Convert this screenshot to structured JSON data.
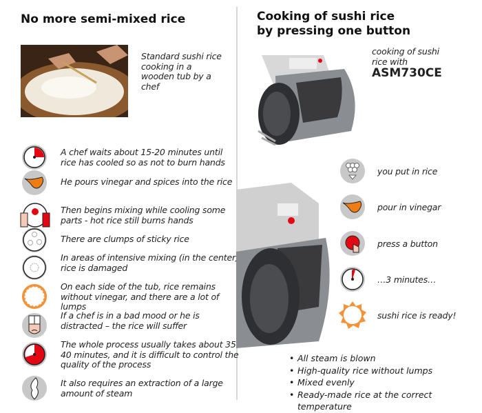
{
  "left": {
    "title": "No more semi-mixed rice",
    "photo_caption": "Standard sushi rice cooking in a wooden tub by a chef",
    "items": [
      {
        "icon": "clock-15-icon",
        "text": "A chef waits about 15-20 minutes until rice has cooled so as not to burn hands"
      },
      {
        "icon": "vinegar-pour-icon",
        "text": "He pours vinegar and spices into the rice"
      },
      {
        "icon": "hot-hands-icon",
        "text": "Then begins mixing while cooling some parts - hot rice still burns hands"
      },
      {
        "icon": "sticky-clumps-icon",
        "text": "There are clumps of sticky rice"
      },
      {
        "icon": "damaged-center-icon",
        "text": "In areas of intensive mixing (in the center) rice is damaged"
      },
      {
        "icon": "lumps-edge-icon",
        "text": "On each side of the tub, rice remains without vinegar, and there are a lot of lumps"
      },
      {
        "icon": "sad-chef-icon",
        "text": "If a chef is in a bad mood or he is distracted – the rice will suffer"
      },
      {
        "icon": "clock-40-icon",
        "text": "The whole process usually takes about 35-40 minutes, and it is difficult to control the quality of the process"
      },
      {
        "icon": "steam-icon",
        "text": "It also requires an extraction of a large amount of steam"
      }
    ]
  },
  "right": {
    "title_line1": "Cooking of sushi rice",
    "title_line2": "by pressing one button",
    "caption": "cooking of sushi rice with",
    "model": "ASM730CE",
    "steps": [
      {
        "icon": "rice-input-icon",
        "text": "you put in rice"
      },
      {
        "icon": "vinegar-pour-icon",
        "text": "pour in vinegar"
      },
      {
        "icon": "press-button-icon",
        "text": "press a button"
      },
      {
        "icon": "clock-3-icon",
        "text": "…3 minutes…"
      },
      {
        "icon": "rice-ready-icon",
        "text": "sushi rice is ready!"
      }
    ],
    "bullets": [
      "All steam is blown",
      "High-quality rice without lumps",
      "Mixed evenly",
      "Ready-made rice at the correct temperature"
    ]
  },
  "colors": {
    "red": "#e30613",
    "orange": "#f39237",
    "gray": "#c8c8c8"
  }
}
